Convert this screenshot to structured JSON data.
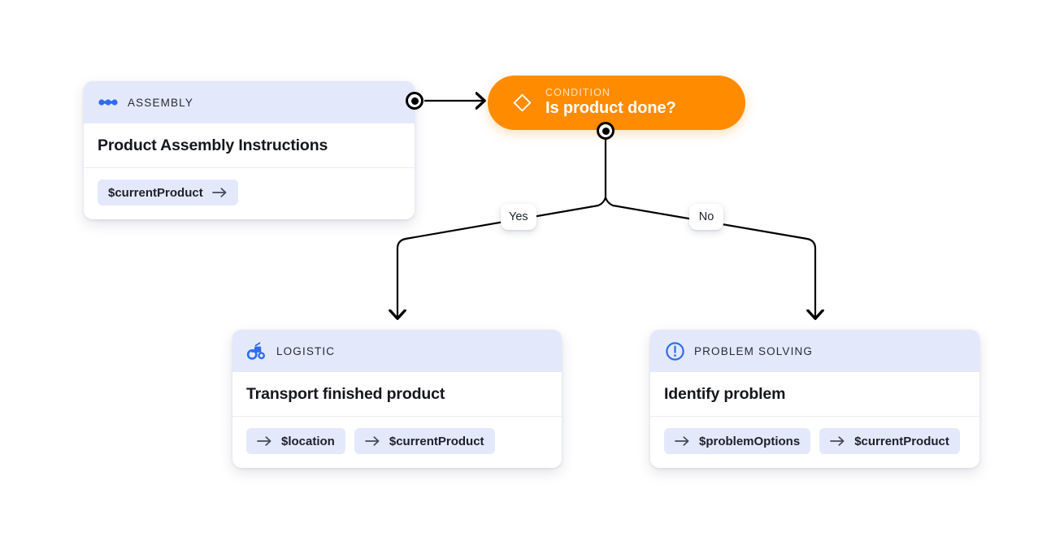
{
  "diagram": {
    "type": "flowchart",
    "nodes": [
      {
        "id": "assembly",
        "kind": "task-card",
        "category": "ASSEMBLY",
        "icon": "chain-link-icon",
        "title": "Product Assembly Instructions",
        "ports": [
          {
            "label": "$currentProduct",
            "direction": "output",
            "icon": "arrow-right-icon"
          }
        ]
      },
      {
        "id": "condition",
        "kind": "condition-pill",
        "category": "CONDITION",
        "icon": "diamond-icon",
        "title": "Is product done?",
        "color": "#FF8C00"
      },
      {
        "id": "logistic",
        "kind": "task-card",
        "category": "LOGISTIC",
        "icon": "tractor-icon",
        "title": "Transport finished product",
        "ports": [
          {
            "label": "$location",
            "direction": "input",
            "icon": "arrow-right-icon"
          },
          {
            "label": "$currentProduct",
            "direction": "input",
            "icon": "arrow-right-icon"
          }
        ]
      },
      {
        "id": "problem-solving",
        "kind": "task-card",
        "category": "PROBLEM SOLVING",
        "icon": "exclamation-circle-icon",
        "title": "Identify problem",
        "ports": [
          {
            "label": "$problemOptions",
            "direction": "input",
            "icon": "arrow-right-icon"
          },
          {
            "label": "$currentProduct",
            "direction": "input",
            "icon": "arrow-right-icon"
          }
        ]
      }
    ],
    "edges": [
      {
        "from": "assembly",
        "to": "condition",
        "label": ""
      },
      {
        "from": "condition",
        "to": "logistic",
        "label": "Yes"
      },
      {
        "from": "condition",
        "to": "problem-solving",
        "label": "No"
      }
    ]
  },
  "theme": {
    "header_bg": "#e3e9fb",
    "pill_bg": "#e3e9fb",
    "icon_blue": "#2f6bed",
    "condition_orange": "#FF8C00",
    "edge_black": "#000000",
    "canvas_bg": "#ffffff"
  }
}
